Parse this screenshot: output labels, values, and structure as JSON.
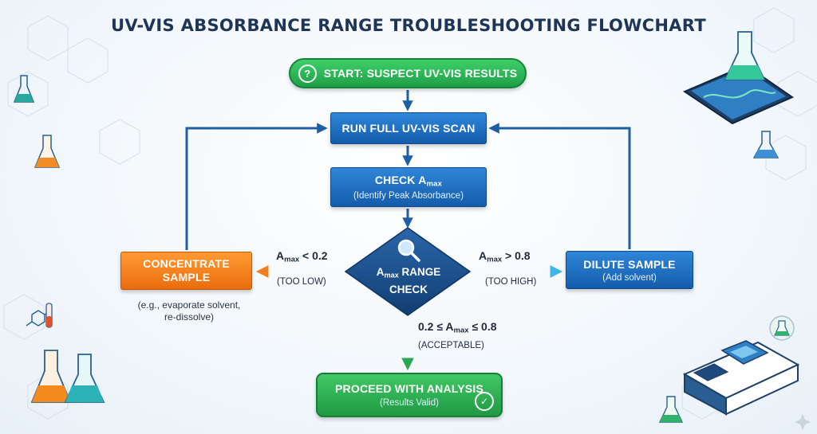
{
  "title": "UV-VIS ABSORBANCE RANGE TROUBLESHOOTING FLOWCHART",
  "symbol_a": "A",
  "symbol_sub": "max",
  "nodes": {
    "start": {
      "icon_glyph": "?",
      "label": "START: SUSPECT UV-VIS RESULTS"
    },
    "run_scan": {
      "label": "RUN FULL UV-VIS SCAN"
    },
    "check": {
      "label_prefix": "CHECK ",
      "sub": "(Identify Peak Absorbance)"
    },
    "decision": {
      "label_suffix": " RANGE",
      "label_line2": "CHECK"
    },
    "concentrate": {
      "label_line1": "CONCENTRATE",
      "label_line2": "SAMPLE",
      "note_line1": "(e.g., evaporate solvent,",
      "note_line2": "re-dissolve)"
    },
    "dilute": {
      "label": "DILUTE SAMPLE",
      "sub": "(Add solvent)"
    },
    "proceed": {
      "label": "PROCEED WITH ANALYSIS",
      "sub": "(Results Valid)",
      "icon_glyph": "✓"
    }
  },
  "edges": {
    "low": {
      "condition": " < 0.2",
      "tag": "(TOO LOW)"
    },
    "high": {
      "condition": " > 0.8",
      "tag": "(TOO HIGH)"
    },
    "ok": {
      "condition_prefix": "0.2 ≤ ",
      "condition_suffix": " ≤ 0.8",
      "tag": "(ACCEPTABLE)"
    }
  },
  "colors": {
    "accent_blue": "#1a6fc4",
    "start_green": "#27b150",
    "proceed_green": "#2aa64f",
    "concentrate_orange": "#f47e1b",
    "decision_navy": "#1c4f8f",
    "arrow_dark": "#1e5fa3"
  },
  "icons": [
    "question-icon",
    "magnifier-icon",
    "check-circle-icon",
    "flask-icon",
    "tablet-icon",
    "spectrophotometer-icon",
    "molecule-icon"
  ]
}
